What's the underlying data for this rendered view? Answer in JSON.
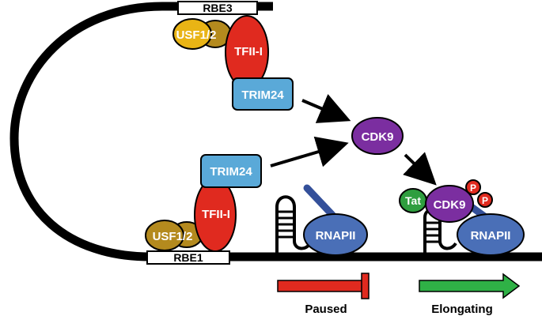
{
  "labels": {
    "rbe3": "RBE3",
    "rbe1": "RBE1",
    "usf_top": "USF1/2",
    "usf_bottom": "USF1/2",
    "tfii_top": "TFII-I",
    "tfii_bottom": "TFII-I",
    "trim24_top": "TRIM24",
    "trim24_bottom": "TRIM24",
    "cdk9_free": "CDK9",
    "cdk9_bound": "CDK9",
    "tat": "Tat",
    "phospho_1": "P",
    "phospho_2": "P",
    "rnapii_paused": "RNAPII",
    "rnapii_elongating": "RNAPII",
    "paused": "Paused",
    "elongating": "Elongating"
  },
  "colors": {
    "dna": "#000000",
    "usf": "#e9b415",
    "usf_dark": "#b48a1e",
    "tfii": "#e02a1f",
    "trim24": "#5aa9d8",
    "cdk9": "#7b2ea0",
    "tat": "#2f9e3f",
    "rnapii": "#4a6fb7",
    "phospho": "#e02a1f",
    "paused_arrow": "#e02a1f",
    "elongating_arrow": "#2fb146"
  }
}
